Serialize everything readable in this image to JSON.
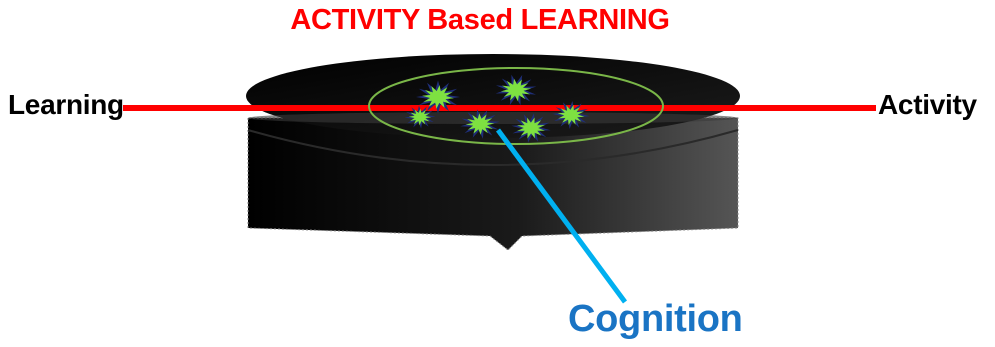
{
  "title": "ACTIVITY Based LEARNING",
  "left_label": "Learning",
  "right_label": "Activity",
  "callout_label": "Cognition",
  "colors": {
    "title": "#ff0000",
    "axis_line": "#ff0000",
    "callout": "#1a74c4",
    "callout_line": "#00b0f0",
    "ellipse_outline": "#7ab648",
    "star_fill": "#7ee141",
    "star_outline": "#1f2f7a",
    "disc": "#000000"
  },
  "icons": [
    "star-burst-icon"
  ]
}
